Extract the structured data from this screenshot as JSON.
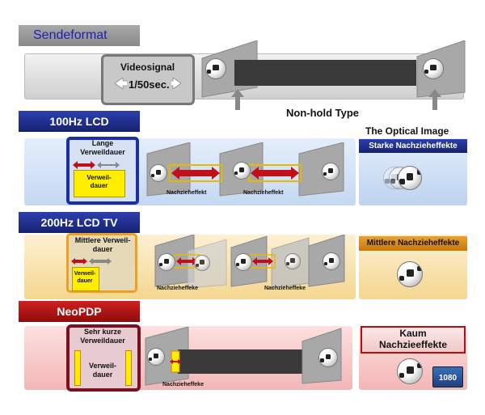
{
  "title": "Sendeformat",
  "top": {
    "signal_label": "Videosignal",
    "signal_time": "1/50sec.",
    "type_label": "Non-hold Type"
  },
  "sections": [
    {
      "header": "100Hz  LCD",
      "hold_title": "Lange Verweildauer",
      "hold_inner": "Verweil-\ndauer",
      "trail_left": "Nachzieheffekt",
      "trail_right": "Nachzieheffekt",
      "optical_title": "The Optical Image",
      "result": "Starke Nachzieheffekte"
    },
    {
      "header": "200Hz  LCD TV",
      "hold_title": "Mittlere Verweil-\ndauer",
      "hold_inner": "Verweil-\ndauer",
      "trail_left": "Nachzieheffeke",
      "trail_right": "Nachzieheffeke",
      "result": "Mittlere Nachzieheffekte"
    },
    {
      "header": "NeoPDP",
      "hold_title": "Sehr kurze Verweildauer",
      "hold_inner": "Verweil-\ndauer",
      "trail_left": "Nachzieheffeke",
      "result": "Kaum Nachzieeffekte",
      "badge": "1080"
    }
  ],
  "colors": {
    "title_bg": "#8a8a8a",
    "title_text": "#1a1aa8",
    "lcd100_header": "#1f2f8f",
    "lcd200_header": "#1f2f8f",
    "pdp_header": "#b01010",
    "lcd100_panel": "#cfe0f6",
    "lcd200_panel": "#fbe6b8",
    "pdp_panel": "#f6c8c8",
    "arrow_red": "#c0101a",
    "hold_yellow": "#ffee00"
  }
}
